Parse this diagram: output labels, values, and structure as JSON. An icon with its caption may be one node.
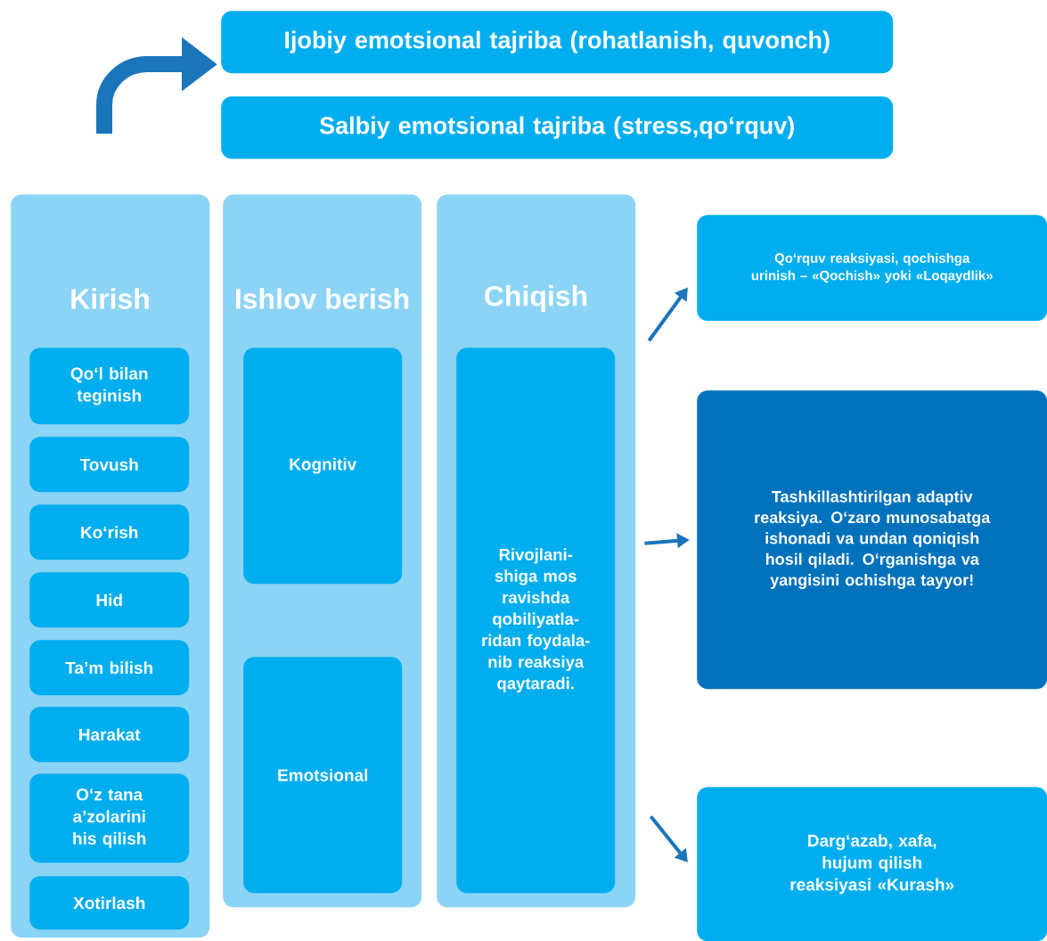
{
  "diagram": {
    "nodes": [
      {
        "text": [
          "Ijobiy emotsional tajriba (rohatlanish,  quvonch)"
        ]
      },
      {
        "text": [
          "Salbiy emotsional tajriba (stress,qo‘rquv)"
        ]
      },
      {
        "text": [
          "Kirish"
        ]
      },
      {
        "text": [
          "Qo‘l bilan teginish"
        ],
        "in": 2
      },
      {
        "text": [
          "Tovush"
        ],
        "in": 2
      },
      {
        "text": [
          "Ko‘rish"
        ],
        "in": 2
      },
      {
        "text": [
          "Hid"
        ],
        "in": 2
      },
      {
        "text": [
          "Ta’m bilish"
        ],
        "in": 2
      },
      {
        "text": [
          "Harakat"
        ],
        "in": 2
      },
      {
        "text": [
          "O‘z tana a’zolarini his qilish"
        ],
        "in": 2
      },
      {
        "text": [
          "Xotirlash"
        ],
        "in": 2
      },
      {
        "text": [
          "Ishlov berish"
        ]
      },
      {
        "text": [
          "Kognitiv"
        ],
        "in": 11
      },
      {
        "text": [
          "Emotsional"
        ],
        "in": 11
      },
      {
        "text": [
          "Chiqish"
        ]
      },
      {
        "text": [
          "Rivojlani- shiga mos ravishda qobiliyatla- ridan foydala- nib reaksiya qaytaradi."
        ],
        "in": 14
      },
      {
        "text": [
          "Qo‘rquv reaksiyasi, qochishga urinish – «Qochish» yoki «Loqaydlik»"
        ]
      },
      {
        "text": [
          "Tashkillashtirilgan adaptiv reaksiya. O‘zaro munosabatga ishonadi va undan qoniqish hosil qiladi. O‘rganishga va yangisini ochishga tayyor!"
        ]
      },
      {
        "text": [
          "Darg‘azab, xafa, hujum qilish reaksiyasi «Kurash»"
        ]
      }
    ],
    "edges": [
      {
        "from": null,
        "to": 0,
        "arrow": "to",
        "style": "thick"
      },
      {
        "from": 14,
        "to": 16,
        "arrow": "to"
      },
      {
        "from": 14,
        "to": 17,
        "arrow": "to"
      },
      {
        "from": 14,
        "to": 18,
        "arrow": "to"
      }
    ]
  }
}
